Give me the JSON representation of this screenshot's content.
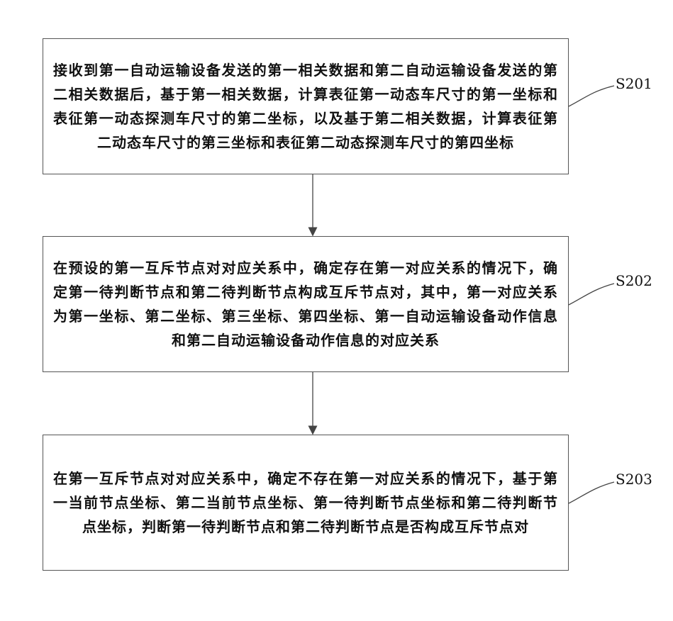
{
  "steps": [
    {
      "id": "S201",
      "text": "接收到第一自动运输设备发送的第一相关数据和第二自动运输设备发送的第二相关数据后，基于第一相关数据，计算表征第一动态车尺寸的第一坐标和表征第一动态探测车尺寸的第二坐标，以及基于第二相关数据，计算表征第二动态车尺寸的第三坐标和表征第二动态探测车尺寸的第四坐标"
    },
    {
      "id": "S202",
      "text": "在预设的第一互斥节点对对应关系中，确定存在第一对应关系的情况下，确定第一待判断节点和第二待判断节点构成互斥节点对，其中，第一对应关系为第一坐标、第二坐标、第三坐标、第四坐标、第一自动运输设备动作信息和第二自动运输设备动作信息的对应关系"
    },
    {
      "id": "S203",
      "text": "在第一互斥节点对对应关系中，确定不存在第一对应关系的情况下，基于第一当前节点坐标、第二当前节点坐标、第一待判断节点坐标和第二待判断节点坐标，判断第一待判断节点和第二待判断节点是否构成互斥节点对"
    }
  ]
}
